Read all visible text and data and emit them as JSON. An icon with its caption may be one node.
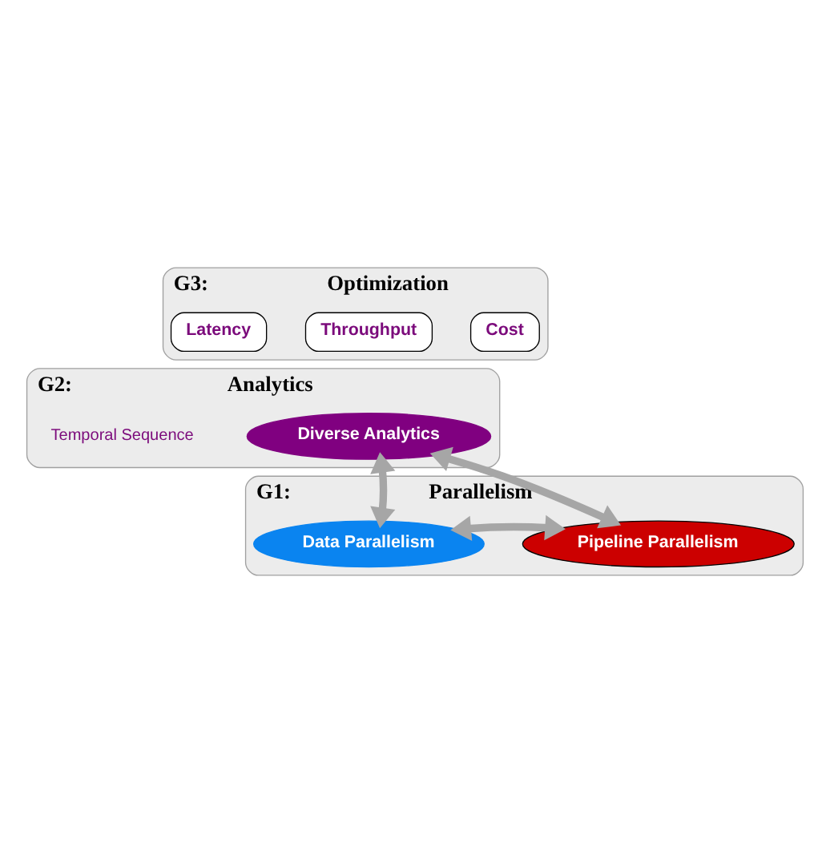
{
  "diagram": {
    "nodes": [
      {
        "text": [
          "G3:",
          "Optimization"
        ]
      },
      {
        "text": [
          "Latency"
        ],
        "in": 0
      },
      {
        "text": [
          "Throughput"
        ],
        "in": 0
      },
      {
        "text": [
          "Cost"
        ],
        "in": 0
      },
      {
        "text": [
          "G2:",
          "Analytics"
        ]
      },
      {
        "text": [
          "Diverse Analytics"
        ],
        "in": 4
      },
      {
        "text": [
          "G1:",
          "Parallelism"
        ]
      },
      {
        "text": [
          "Data Parallelism"
        ],
        "in": 6
      },
      {
        "text": [
          "Pipeline Parallelism"
        ],
        "in": 6
      }
    ],
    "edges": [
      {
        "from": 5,
        "to": 7,
        "arrow": "both"
      },
      {
        "from": 5,
        "to": 8,
        "arrow": "both"
      },
      {
        "from": 7,
        "to": 8,
        "arrow": "both"
      }
    ],
    "labels": [
      "Temporal Sequence"
    ]
  }
}
